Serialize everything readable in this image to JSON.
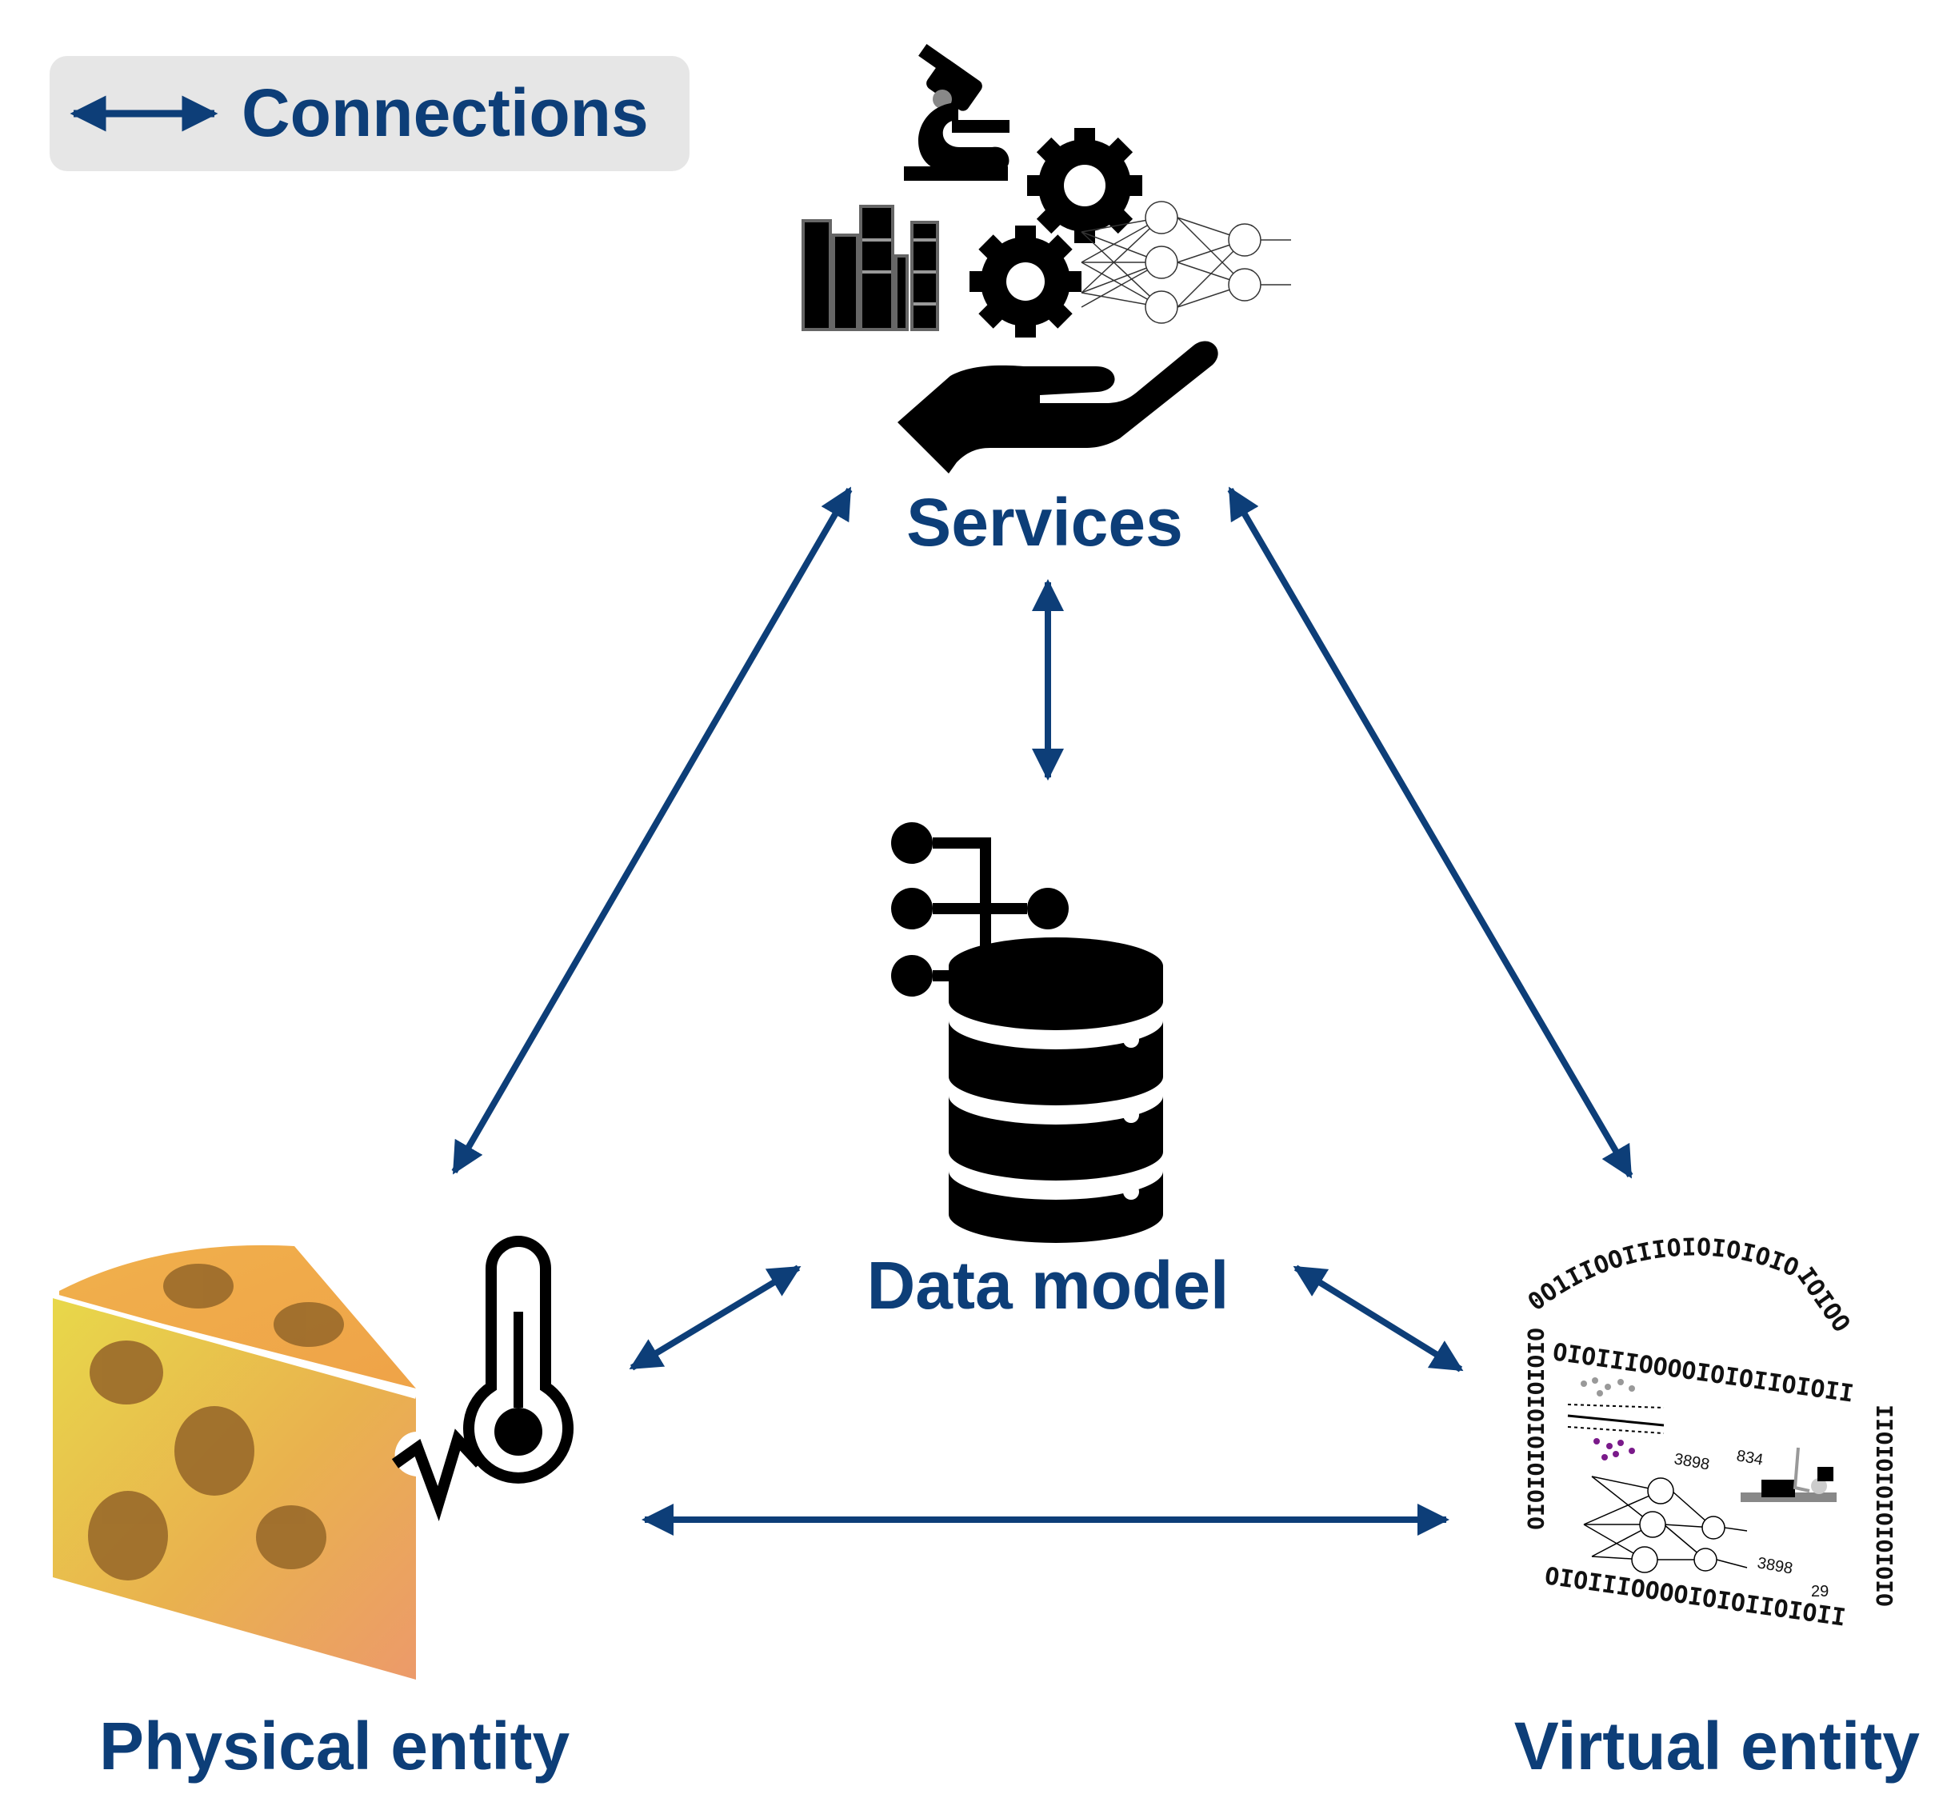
{
  "legend": {
    "label": "Connections"
  },
  "nodes": {
    "services": "Services",
    "data_model": "Data model",
    "physical_entity": "Physical entity",
    "virtual_entity": "Virtual entity"
  },
  "virtual_entity_art": {
    "binary_outer_top": "0O1IIOOIIIOIOIOIOIOIOIOO",
    "binary_inner_top": "OIOIIIOOOOIOIOIIOIOII",
    "binary_bottom": "OIOIIIOOOOIOIOIIOIOII",
    "binary_left": "OIOIOIOIOIOIOIO",
    "binary_right": "IIOIOIOIOIOIOIO",
    "numbers": [
      "3898",
      "834",
      "3898",
      "29"
    ]
  },
  "colors": {
    "accent": "#0d3e78",
    "legend_bg": "#e6e6e6",
    "icon": "#000000"
  }
}
